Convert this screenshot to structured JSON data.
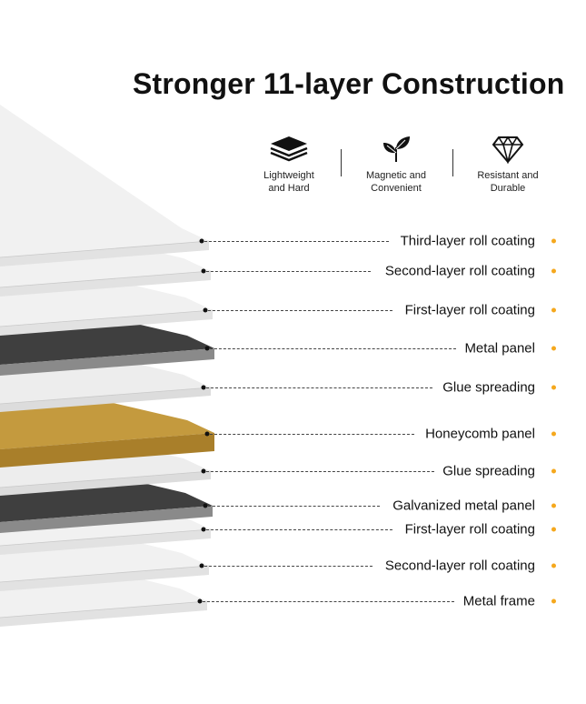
{
  "title": "Stronger 11-layer Construction",
  "colors": {
    "accent_bullet": "#f5a81d",
    "coating_white": "#f4f4f4",
    "metal_dark": "#4a4a4a",
    "honeycomb_gold": "#c49a3e"
  },
  "features": [
    {
      "icon": "stacked-layers-icon",
      "line1": "Lightweight",
      "line2": "and Hard"
    },
    {
      "icon": "leaf-sprout-icon",
      "line1": "Magnetic and",
      "line2": "Convenient"
    },
    {
      "icon": "diamond-icon",
      "line1": "Resistant and",
      "line2": "Durable"
    }
  ],
  "layers": [
    {
      "label": "Third-layer roll coating",
      "material": "coating"
    },
    {
      "label": "Second-layer roll coating",
      "material": "coating"
    },
    {
      "label": "First-layer roll coating",
      "material": "coating"
    },
    {
      "label": "Metal panel",
      "material": "metal"
    },
    {
      "label": "Glue spreading",
      "material": "glue"
    },
    {
      "label": "Honeycomb panel",
      "material": "honeycomb"
    },
    {
      "label": "Glue spreading",
      "material": "glue"
    },
    {
      "label": "Galvanized metal panel",
      "material": "metal"
    },
    {
      "label": "First-layer roll coating",
      "material": "coating"
    },
    {
      "label": "Second-layer roll coating",
      "material": "coating"
    },
    {
      "label": "Metal frame",
      "material": "coating"
    }
  ]
}
